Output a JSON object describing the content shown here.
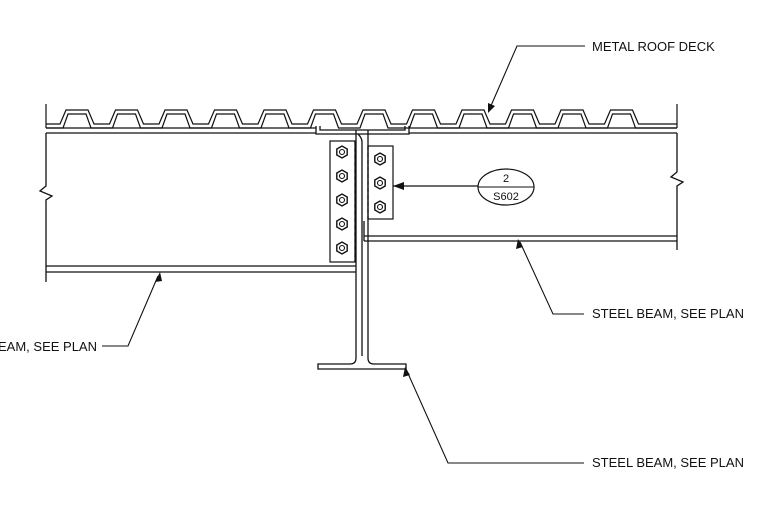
{
  "labels": {
    "deck": "METAL ROOF DECK",
    "beam_left": "EAM, SEE PLAN",
    "beam_right": "STEEL BEAM, SEE PLAN",
    "beam_girder": "STEEL BEAM, SEE PLAN"
  },
  "detail_tag": {
    "number": "2",
    "sheet": "S602"
  }
}
